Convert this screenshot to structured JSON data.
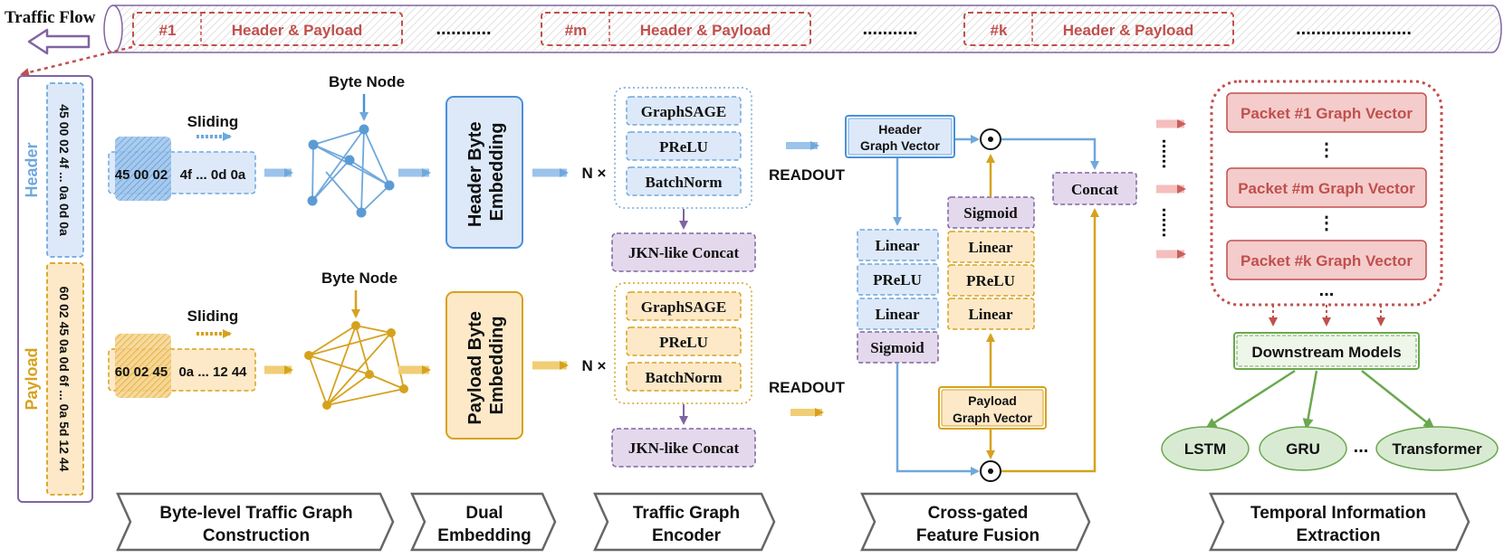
{
  "traffic_flow": {
    "title": "Traffic Flow",
    "packets": [
      {
        "id": "#1",
        "label": "Header & Payload"
      },
      {
        "id": "#m",
        "label": "Header & Payload"
      },
      {
        "id": "#k",
        "label": "Header & Payload"
      }
    ],
    "ellipsis": "...........",
    "tail_ellipsis": "......................."
  },
  "packet_bytes": {
    "header_label": "Header",
    "header_hex": "45 00 02 4f ... 0a 0d 0a",
    "payload_label": "Payload",
    "payload_hex": "60 02 45 0a 0d 6f ... 0a 5d 12 44"
  },
  "graph_construction": {
    "header_window": "45 00 02",
    "header_rest": "4f ... 0d 0a",
    "payload_window": "60 02 45",
    "payload_rest": "0a ... 12 44",
    "sliding": "Sliding",
    "byte_node": "Byte Node"
  },
  "embedding": {
    "header": "Header Byte Embedding",
    "payload": "Payload Byte Embedding"
  },
  "encoder": {
    "repeat": "N ×",
    "layers": [
      "GraphSAGE",
      "PReLU",
      "BatchNorm"
    ],
    "jkn": "JKN-like Concat",
    "readout": "READOUT"
  },
  "fusion": {
    "header_vector": "Header Graph Vector",
    "payload_vector": "Payload Graph Vector",
    "header_branch": [
      "Linear",
      "PReLU",
      "Linear",
      "Sigmoid"
    ],
    "payload_branch": [
      "Sigmoid",
      "Linear",
      "PReLU",
      "Linear"
    ],
    "concat": "Concat",
    "gate_symbol": "⊙"
  },
  "temporal": {
    "vectors": [
      "Packet #1 Graph Vector",
      "Packet #m Graph Vector",
      "Packet #k Graph Vector"
    ],
    "vdots": "⋮",
    "ellipsis": "...",
    "downstream": "Downstream Models",
    "models": [
      "LSTM",
      "GRU",
      "Transformer"
    ],
    "model_ellipsis": "...",
    "side_dots": "......"
  },
  "stages": [
    "Byte-level Traffic Graph Construction",
    "Dual Embedding",
    "Traffic Graph Encoder",
    "Cross-gated Feature Fusion",
    "Temporal Information Extraction"
  ],
  "colors": {
    "red": "#c0504d",
    "purple": "#8064a2",
    "blue": "#6fa8dc",
    "blue_fill": "#dde9f9",
    "yellow": "#d6a21e",
    "yellow_fill": "#fde9c8",
    "lilac_fill": "#e4d9ec",
    "green": "#6aa84f",
    "green_fill": "#d9ead3"
  }
}
